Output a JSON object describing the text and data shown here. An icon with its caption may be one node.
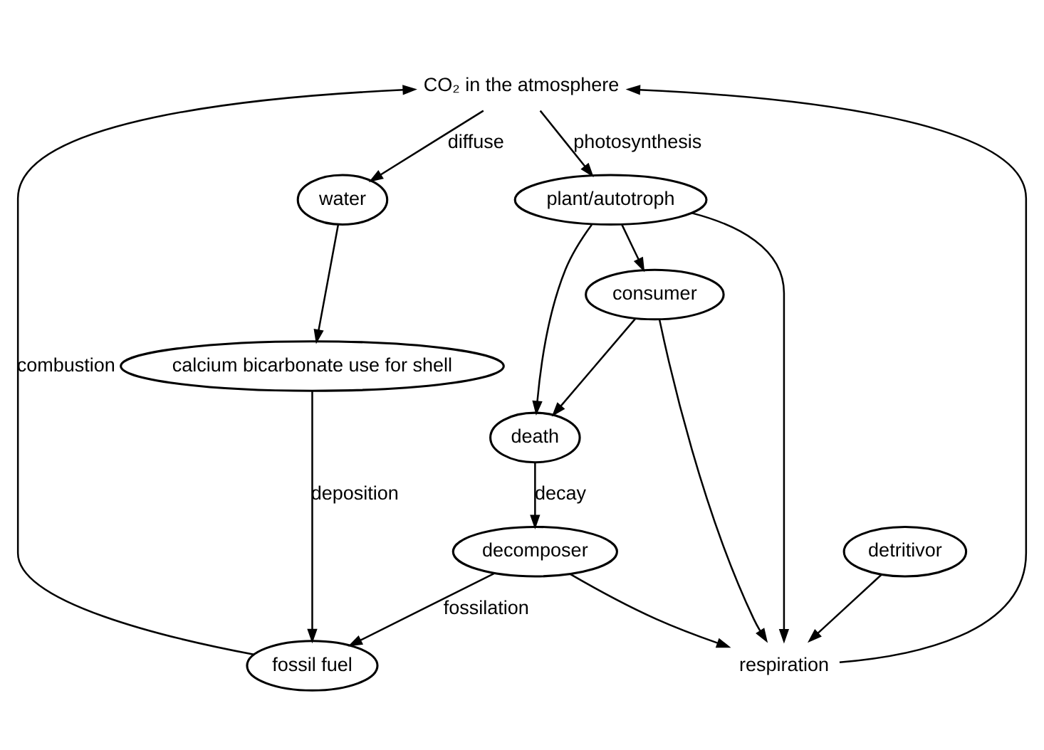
{
  "diagram": {
    "nodes": [
      {
        "text": [
          "CO₂ in the atmosphere"
        ]
      },
      {
        "text": [
          "water"
        ]
      },
      {
        "text": [
          "calcium bicarbonate use for shell"
        ]
      },
      {
        "text": [
          "fossil fuel"
        ]
      },
      {
        "text": [
          "respiration"
        ]
      },
      {
        "text": [
          "plant/autotroph"
        ]
      },
      {
        "text": [
          "consumer"
        ]
      },
      {
        "text": [
          "detritivor"
        ]
      },
      {
        "text": [
          "death"
        ]
      },
      {
        "text": [
          "decomposer"
        ]
      }
    ],
    "edges": [
      {
        "from": 0,
        "to": 1,
        "arrow": "to",
        "label": "diffuse"
      },
      {
        "from": 1,
        "to": 2,
        "arrow": "to"
      },
      {
        "from": 2,
        "to": 3,
        "arrow": "to",
        "label": "deposition"
      },
      {
        "from": 3,
        "to": 0,
        "arrow": "to",
        "label": "combustion"
      },
      {
        "from": 0,
        "to": 5,
        "arrow": "to",
        "label": "photosynthesis"
      },
      {
        "from": 4,
        "to": 0,
        "arrow": "to"
      },
      {
        "from": 5,
        "to": 4,
        "arrow": "to"
      },
      {
        "from": 6,
        "to": 4,
        "arrow": "to"
      },
      {
        "from": 7,
        "to": 4,
        "arrow": "to"
      },
      {
        "from": 9,
        "to": 4,
        "arrow": "to"
      },
      {
        "from": 5,
        "to": 6,
        "arrow": "to"
      },
      {
        "from": 6,
        "to": 8,
        "arrow": "to"
      },
      {
        "from": 5,
        "to": 8,
        "arrow": "to"
      },
      {
        "from": 8,
        "to": 9,
        "arrow": "to",
        "label": "decay"
      },
      {
        "from": 9,
        "to": 3,
        "arrow": "to",
        "label": "fossilation"
      }
    ]
  }
}
